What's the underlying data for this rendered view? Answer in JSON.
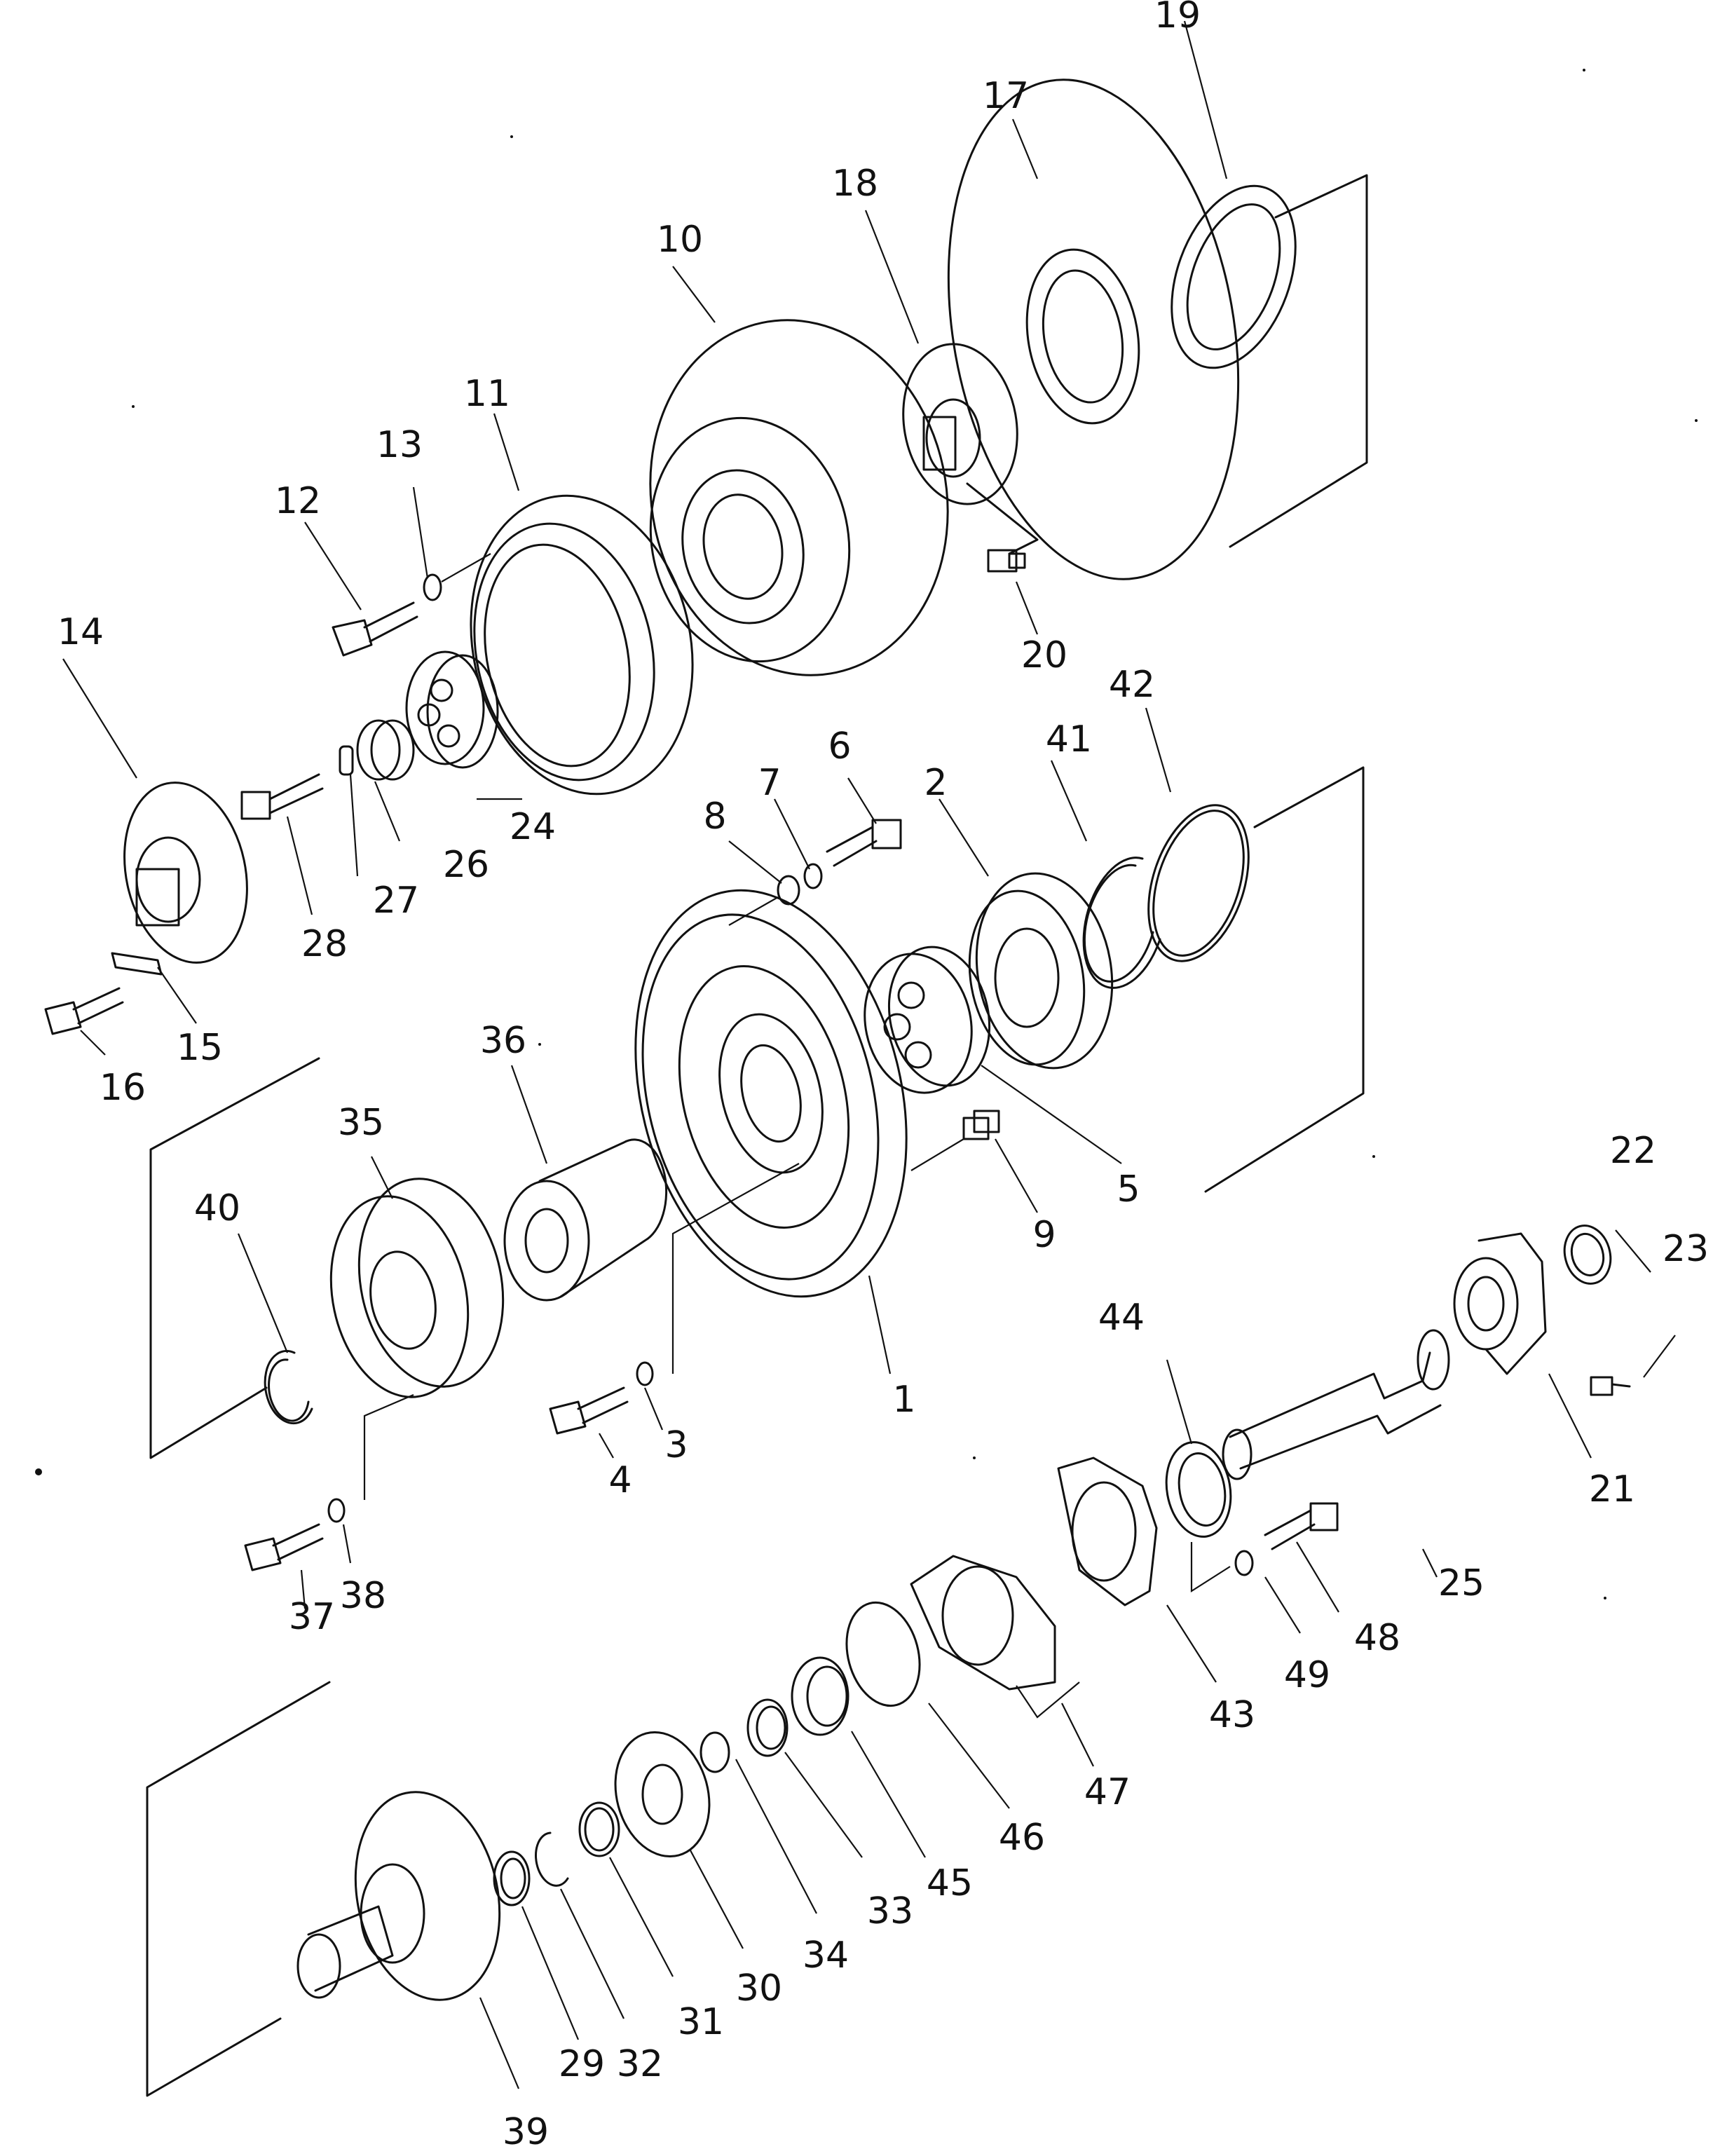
{
  "diagram": {
    "type": "exploded parts diagram",
    "labels": [
      "1",
      "2",
      "3",
      "4",
      "5",
      "6",
      "7",
      "8",
      "9",
      "10",
      "11",
      "12",
      "13",
      "14",
      "15",
      "16",
      "17",
      "18",
      "19",
      "20",
      "21",
      "22",
      "23",
      "24",
      "25",
      "26",
      "27",
      "28",
      "29",
      "30",
      "31",
      "32",
      "33",
      "34",
      "35",
      "36",
      "37",
      "38",
      "39",
      "40",
      "41",
      "42",
      "43",
      "44",
      "45",
      "46",
      "47",
      "48",
      "49"
    ]
  }
}
